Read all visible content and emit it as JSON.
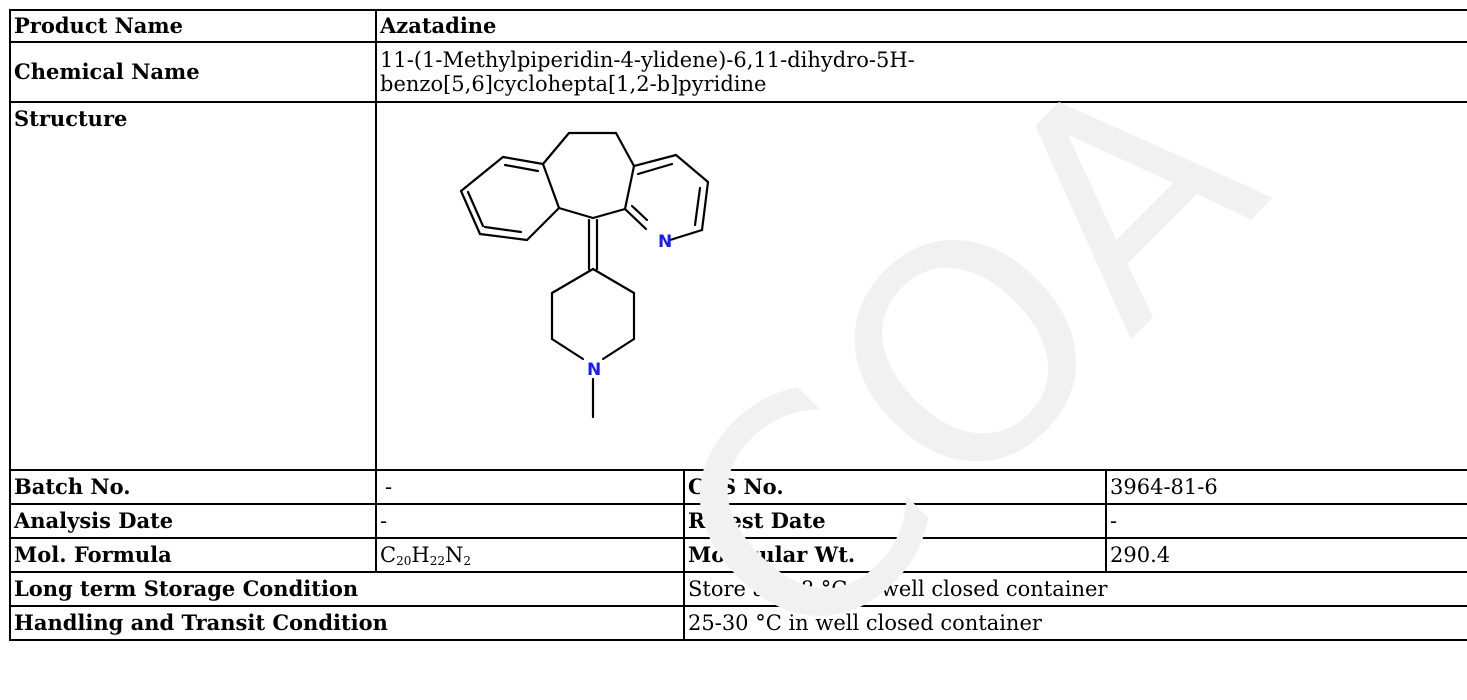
{
  "product": {
    "label": "Product Name",
    "value": "Azatadine"
  },
  "chemical": {
    "label": "Chemical Name",
    "value": "11-(1-Methylpiperidin-4-ylidene)-6,11-dihydro-5H-benzo[5,6]cyclohepta[1,2-b]pyridine"
  },
  "structure": {
    "label": "Structure",
    "atoms": {
      "pyridine_n": "N",
      "piperidine_n": "N"
    },
    "atom_color": "#1a1aff"
  },
  "batch": {
    "label": "Batch No.",
    "value": "-"
  },
  "cas": {
    "label": "CAS No.",
    "value": "3964-81-6"
  },
  "analysis_date": {
    "label": "Analysis Date",
    "value": "-"
  },
  "retest_date": {
    "label": "Retest Date",
    "value": "-"
  },
  "formula": {
    "label": "Mol. Formula",
    "parts": [
      {
        "el": "C",
        "n": "20"
      },
      {
        "el": "H",
        "n": "22"
      },
      {
        "el": "N",
        "n": "2"
      }
    ]
  },
  "mol_wt": {
    "label": "Molecular Wt.",
    "value": "290.4"
  },
  "storage": {
    "label": "Long term Storage Condition",
    "value": "Store at 2-8 °C in well closed container"
  },
  "handling": {
    "label": "Handling and Transit Condition",
    "value": "25-30 °C in well closed container"
  },
  "watermark": {
    "text": "COA"
  }
}
